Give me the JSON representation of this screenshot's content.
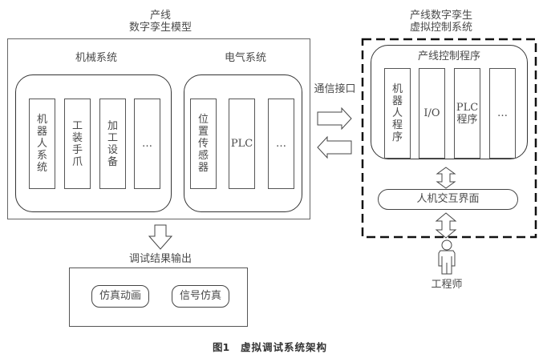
{
  "left_panel": {
    "title_line1": "产线",
    "title_line2": "数字孪生模型",
    "mechanical": {
      "label": "机械系统",
      "items": [
        "机器人系统",
        "工装手爪",
        "加工设备",
        "…"
      ]
    },
    "electrical": {
      "label": "电气系统",
      "items": [
        "位置传感器",
        "PLC",
        "…"
      ]
    }
  },
  "interface": {
    "label": "通信接口"
  },
  "right_panel": {
    "title_line1": "产线数字孪生",
    "title_line2": "虚拟控制系统",
    "control": {
      "label": "产线控制程序",
      "items": [
        "机器人程序",
        "I/O",
        "PLC程序",
        "…"
      ]
    },
    "hmi": "人机交互界面",
    "engineer": "工程师"
  },
  "output": {
    "label": "调试结果输出",
    "items": [
      "仿真动画",
      "信号仿真"
    ]
  },
  "caption": {
    "figure": "图1",
    "title": "虚拟调试系统架构"
  }
}
